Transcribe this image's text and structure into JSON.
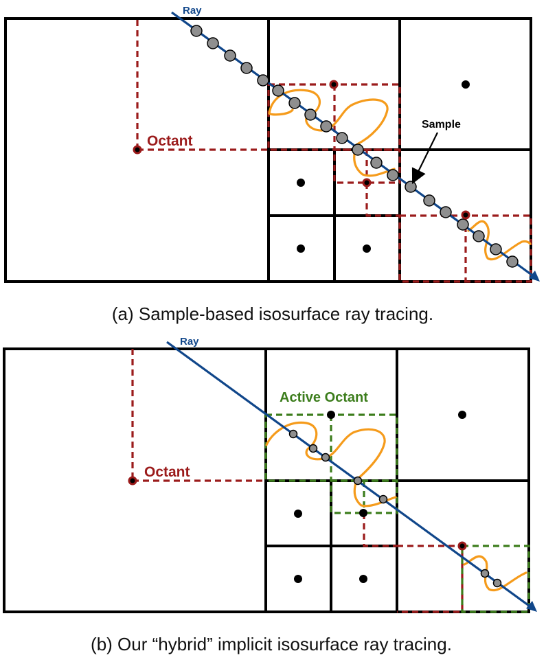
{
  "panel_a": {
    "ray_label": "Ray",
    "octant_label": "Octant",
    "sample_label": "Sample",
    "caption": "(a) Sample-based isosurface ray tracing."
  },
  "panel_b": {
    "ray_label": "Ray",
    "octant_label": "Octant",
    "active_octant_label": "Active Octant",
    "caption": "(b) Our “hybrid” implicit isosurface ray tracing."
  },
  "colors": {
    "octant": "#9b1b1b",
    "active_octant": "#3c7d1c",
    "ray": "#10468a",
    "isosurface": "#f59b1b",
    "sample": "#8f8f8f"
  }
}
